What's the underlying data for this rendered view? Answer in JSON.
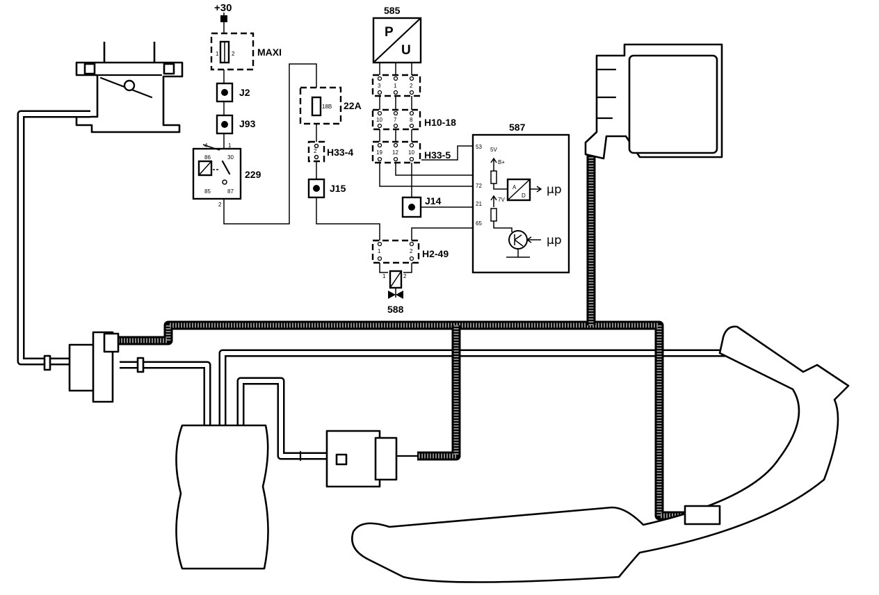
{
  "components": {
    "supply": "+30",
    "fuse_maxi": "MAXI",
    "fuse_maxi_pins": [
      "1",
      "2"
    ],
    "relay": "229",
    "relay_pins": [
      "4",
      "86",
      "1",
      "30",
      "85",
      "87",
      "2"
    ],
    "fuse_22a": "22A",
    "fuse_22a_rating": "18B",
    "sensor": "585",
    "sensor_p": "P",
    "sensor_u": "U",
    "ecu": "587",
    "ecu_pins": [
      "53",
      "5V",
      "B+",
      "72",
      "21",
      "7V",
      "65"
    ],
    "ecu_ad_a": "A",
    "ecu_ad_d": "D",
    "mu_p": "μp",
    "valve": "588"
  },
  "connectors": {
    "j2": "J2",
    "j93": "J93",
    "j15": "J15",
    "j14": "J14",
    "h33_4": "H33-4",
    "h33_4_pins": [
      "2"
    ],
    "h10_18": "H10-18",
    "h10_18_pins": [
      "10",
      "7",
      "8"
    ],
    "h33_5": "H33-5",
    "h33_5_pins": [
      "19",
      "12",
      "10"
    ],
    "h2_49": "H2-49",
    "h2_49_pins": [
      "1",
      "2"
    ],
    "sensor_pins": [
      "3",
      "1",
      "2"
    ],
    "valve_pins": [
      "1",
      "2"
    ]
  }
}
